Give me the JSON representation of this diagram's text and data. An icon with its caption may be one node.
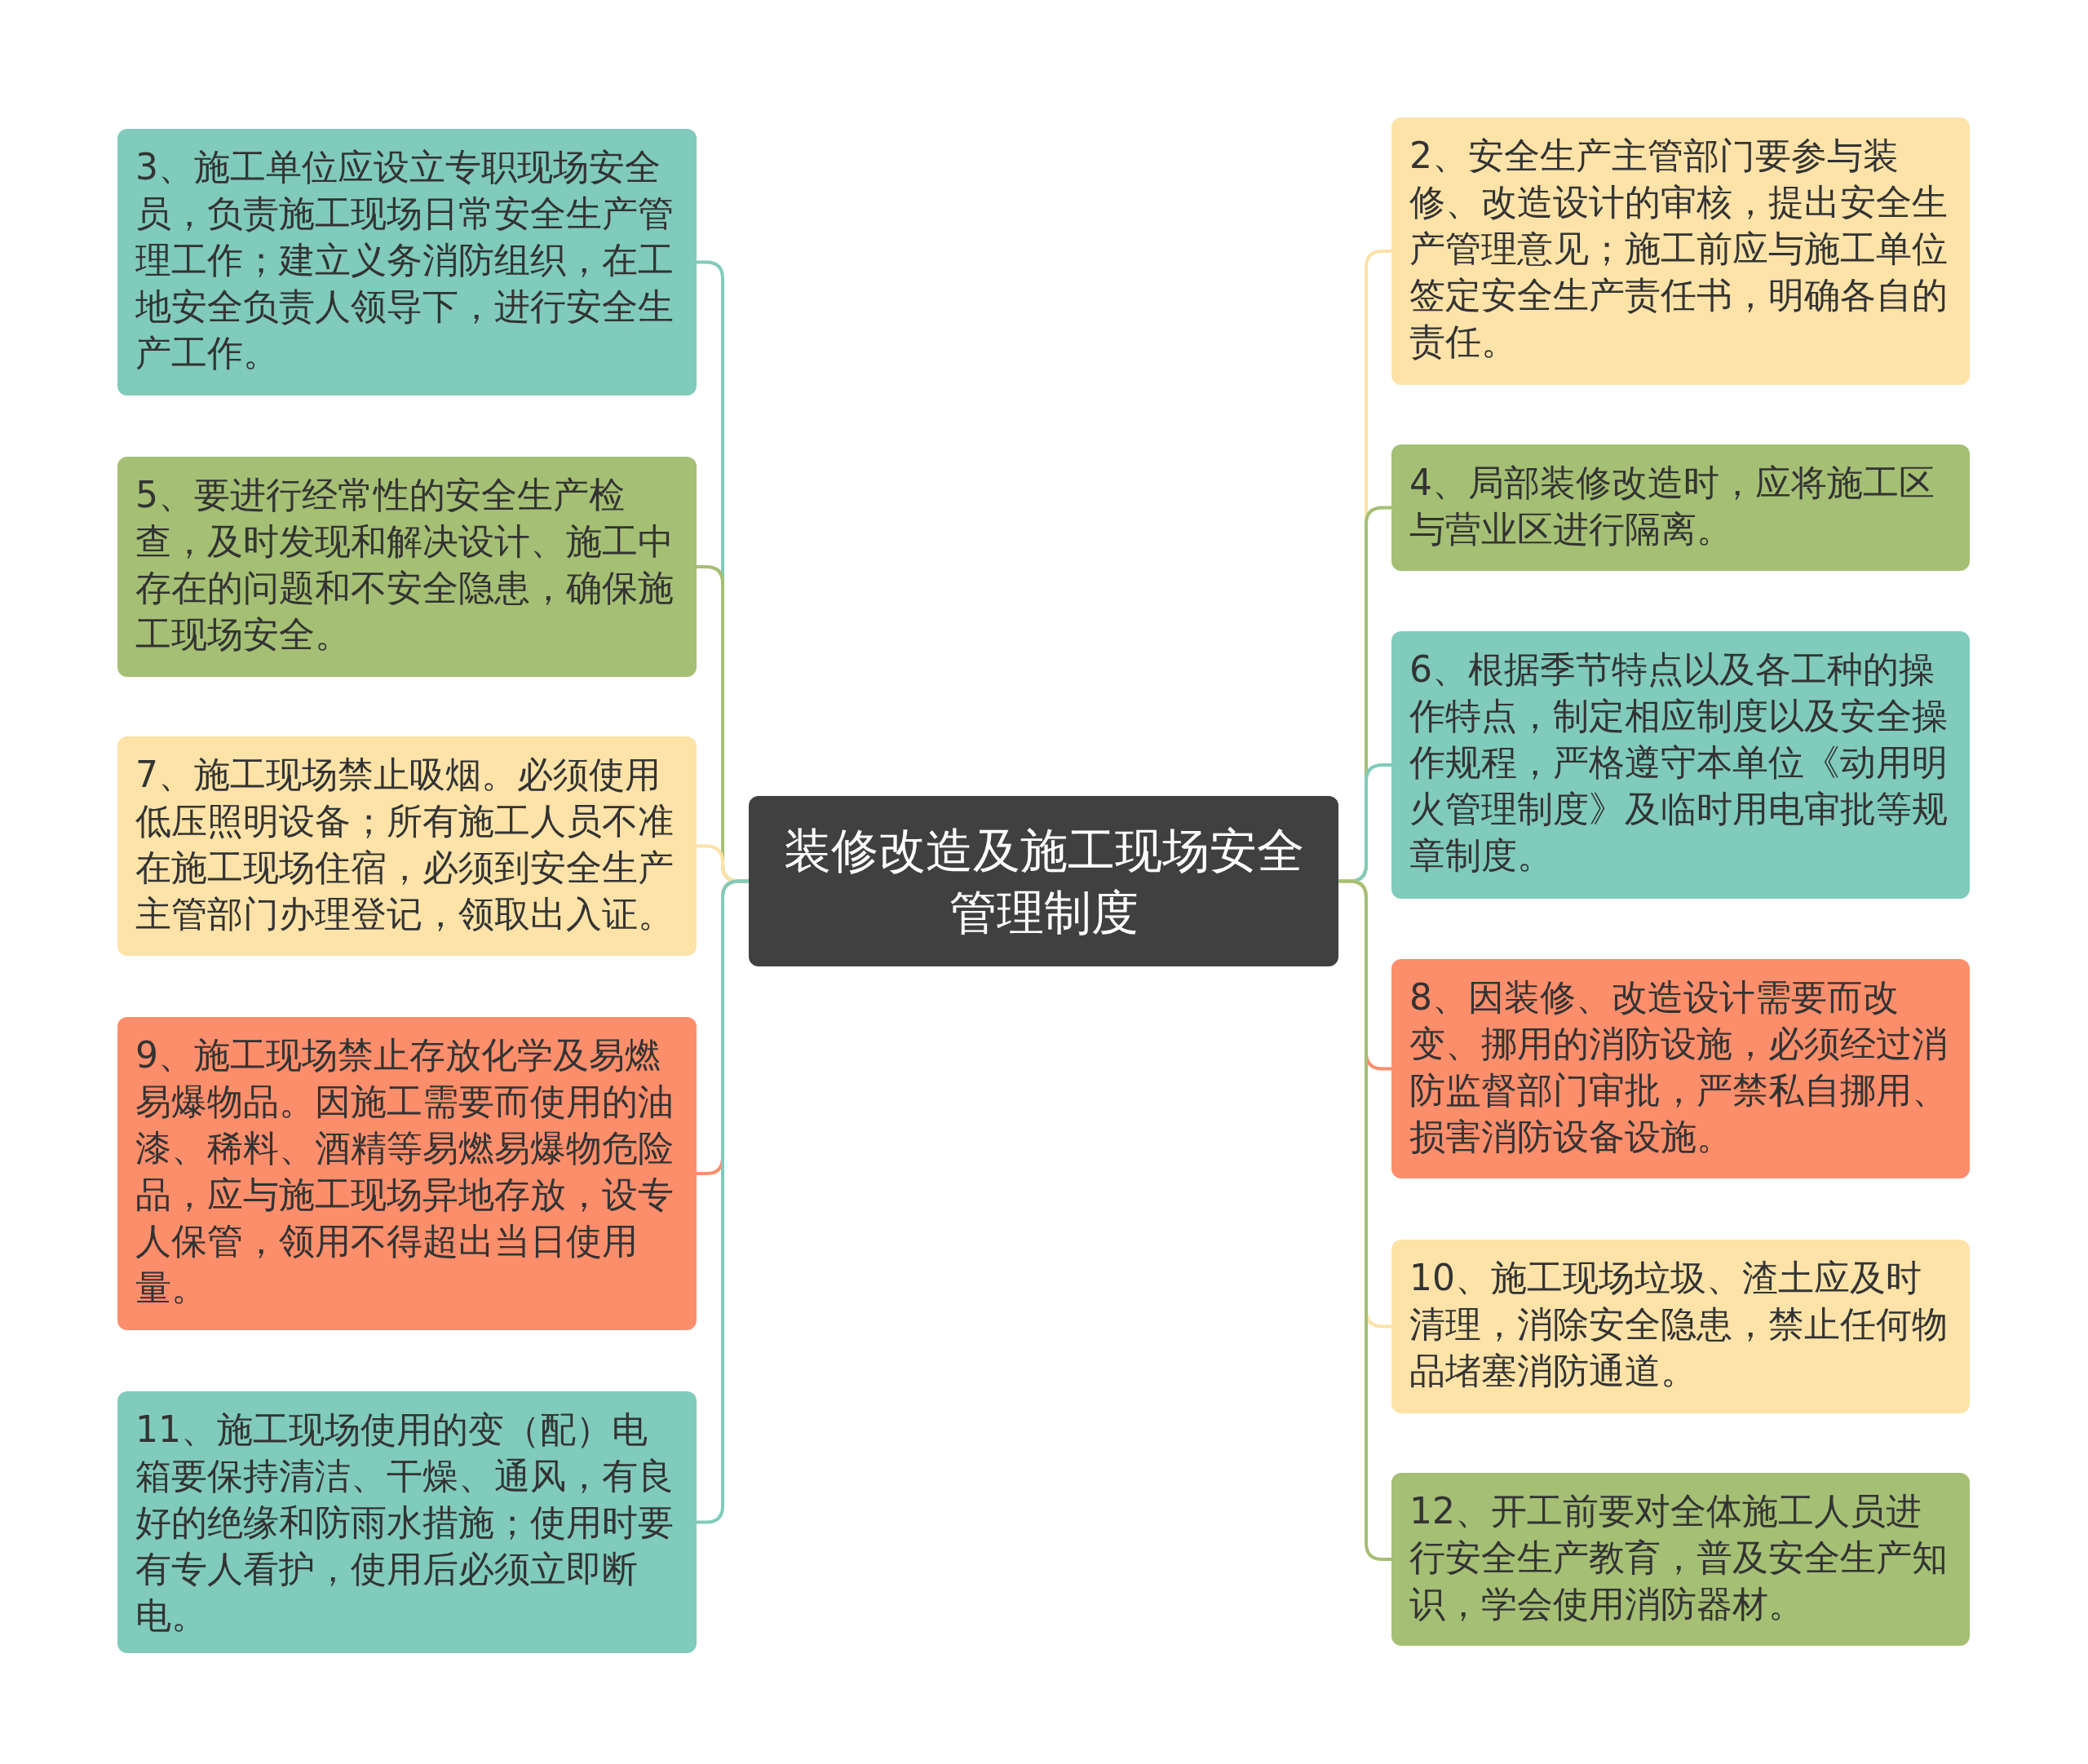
{
  "diagram": {
    "nodes": [
      {
        "text": [
          "装修改造及施工现场安全管理制度"
        ]
      },
      {
        "text": [
          "2、安全生产主管部门要参与装修、改造设计的审核，提出安全生产管理意见；施工前应与施工单位签定安全生产责任书，明确各自的责任。"
        ]
      },
      {
        "text": [
          "3、施工单位应设立专职现场安全员，负责施工现场日常安全生产管理工作；建立义务消防组织，在工地安全负责人领导下，进行安全生产工作。"
        ]
      },
      {
        "text": [
          "4、局部装修改造时，应将施工区与营业区进行隔离。"
        ]
      },
      {
        "text": [
          "5、要进行经常性的安全生产检查，及时发现和解决设计、施工中存在的问题和不安全隐患，确保施工现场安全。"
        ]
      },
      {
        "text": [
          "6、根据季节特点以及各工种的操作特点，制定相应制度以及安全操作规程，严格遵守本单位《动用明火管理制度》及临时用电审批等规章制度。"
        ]
      },
      {
        "text": [
          "7、施工现场禁止吸烟。必须使用低压照明设备；所有施工人员不准在施工现场住宿，必须到安全生产主管部门办理登记，领取出入证。"
        ]
      },
      {
        "text": [
          "8、因装修、改造设计需要而改变、挪用的消防设施，必须经过消防监督部门审批，严禁私自挪用、损害消防设备设施。"
        ]
      },
      {
        "text": [
          "9、施工现场禁止存放化学及易燃易爆物品。因施工需要而使用的油漆、稀料、酒精等易燃易爆物危险品，应与施工现场异地存放，设专人保管，领用不得超出当日使用量。"
        ]
      },
      {
        "text": [
          "10、施工现场垃圾、渣土应及时清理，消除安全隐患，禁止任何物品堵塞消防通道。"
        ]
      },
      {
        "text": [
          "11、施工现场使用的变（配）电箱要保持清洁、干燥、通风，有良好的绝缘和防雨水措施；使用时要有专人看护，使用后必须立即断电。"
        ]
      },
      {
        "text": [
          "12、开工前要对全体施工人员进行安全生产教育，普及安全生产知识，学会使用消防器材。"
        ]
      }
    ],
    "edges": [
      {
        "from": 0,
        "to": 1,
        "arrow": "none",
        "color": "#fde3a8"
      },
      {
        "from": 0,
        "to": 2,
        "arrow": "none",
        "color": "#80cbbb"
      },
      {
        "from": 0,
        "to": 3,
        "arrow": "none",
        "color": "#a5bf74"
      },
      {
        "from": 0,
        "to": 4,
        "arrow": "none",
        "color": "#a5bf74"
      },
      {
        "from": 0,
        "to": 5,
        "arrow": "none",
        "color": "#80cbbb"
      },
      {
        "from": 0,
        "to": 6,
        "arrow": "none",
        "color": "#fde3a8"
      },
      {
        "from": 0,
        "to": 7,
        "arrow": "none",
        "color": "#fc8e6c"
      },
      {
        "from": 0,
        "to": 8,
        "arrow": "none",
        "color": "#fc8e6c"
      },
      {
        "from": 0,
        "to": 9,
        "arrow": "none",
        "color": "#fde3a8"
      },
      {
        "from": 0,
        "to": 10,
        "arrow": "none",
        "color": "#80cbbb"
      },
      {
        "from": 0,
        "to": 11,
        "arrow": "none",
        "color": "#a5bf74"
      }
    ]
  }
}
